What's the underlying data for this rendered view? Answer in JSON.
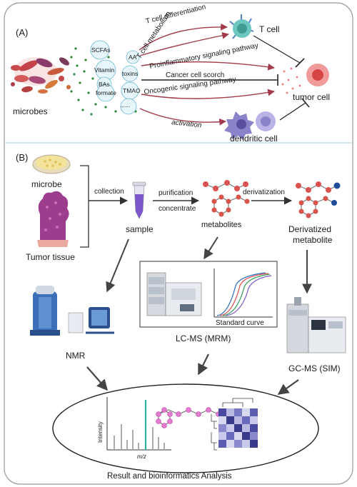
{
  "panel_a": {
    "label": "(A)",
    "microbes_label": "microbes",
    "metabolites": [
      "SCFAs",
      "AA",
      "Vitamin",
      "toxins",
      "BAs",
      "formate",
      "TMAO",
      "......"
    ],
    "pathways": [
      "T cell differentiation",
      "T cell metabolism",
      "Proinflammatory signaling pathway",
      "Cancer cell scorch",
      "Oncogenic signaling pathway",
      "activation"
    ],
    "t_cell_label": "T cell",
    "tumor_cell_label": "tumor cell",
    "dendritic_cell_label": "dendritic cell"
  },
  "panel_b": {
    "label": "(B)",
    "microbe_label": "microbe",
    "tumor_tissue_label": "Tumor tissue",
    "collection_label": "collection",
    "sample_label": "sample",
    "purification_label": "purification",
    "concentrate_label": "concentrate",
    "metabolites_label": "metabolites",
    "derivatization_label": "derivatization",
    "derivatized_label_1": "Derivatized",
    "derivatized_label_2": "metabolite",
    "nmr_label": "NMR",
    "lcms_label": "LC-MS (MRM)",
    "standard_curve_label": "Standard curve",
    "gcms_label": "GC-MS (SIM)",
    "intensity_label": "Intensity",
    "mz_label": "m/z",
    "result_label": "Result and bioinformatics Analysis"
  },
  "colors": {
    "panel_border": "#9a9a9a",
    "divider": "#b8d4e8",
    "arrow_red": "#a23a4a",
    "t_cell": "#6cc7c0",
    "tumor": "#e15a5a",
    "dendritic": "#8a83c9",
    "metabolite_node": "#d9534f",
    "derivative_node": "#1f4e9a",
    "sample_liquid": "#7b57c9",
    "heatmap": "#3a3a8a"
  }
}
